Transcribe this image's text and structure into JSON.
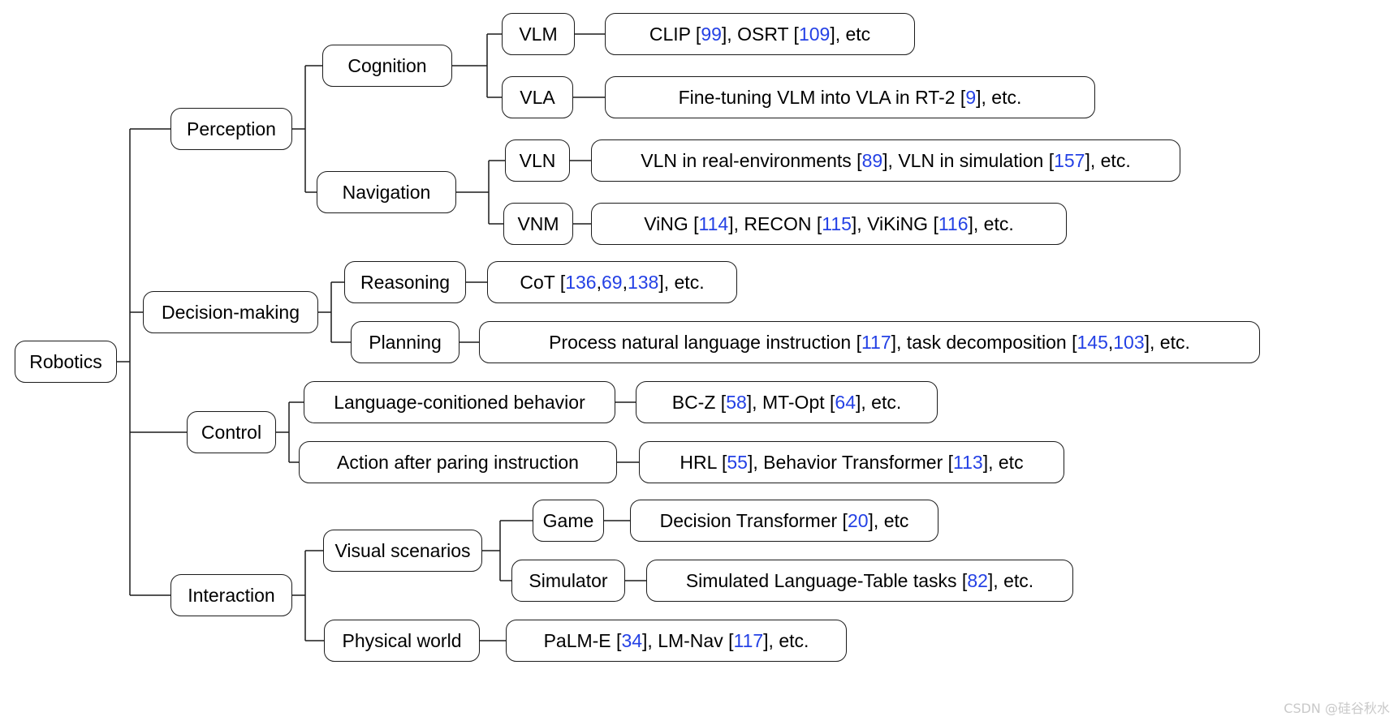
{
  "colors": {
    "ref": "#2441e5",
    "watermark": "#c9c9c9"
  },
  "watermark": "CSDN @硅谷秋水",
  "nodes": {
    "robotics": {
      "label": "Robotics"
    },
    "perception": {
      "label": "Perception"
    },
    "decision_making": {
      "label": "Decision-making"
    },
    "control": {
      "label": "Control"
    },
    "interaction": {
      "label": "Interaction"
    },
    "cognition": {
      "label": "Cognition"
    },
    "navigation": {
      "label": "Navigation"
    },
    "reasoning": {
      "label": "Reasoning"
    },
    "planning": {
      "label": "Planning"
    },
    "language_conditioned_behavior": {
      "label": "Language-conitioned behavior"
    },
    "action_after_parsing": {
      "label": "Action after paring instruction"
    },
    "visual_scenarios": {
      "label": "Visual scenarios"
    },
    "physical_world": {
      "label": "Physical world"
    },
    "vlm": {
      "label": "VLM"
    },
    "vla": {
      "label": "VLA"
    },
    "vln": {
      "label": "VLN"
    },
    "vnm": {
      "label": "VNM"
    },
    "game": {
      "label": "Game"
    },
    "simulator": {
      "label": "Simulator"
    }
  },
  "leaves": {
    "vlm_refs": {
      "runs": [
        "CLIP [",
        "99",
        "], OSRT [",
        "109",
        "], etc"
      ]
    },
    "vla_refs": {
      "runs": [
        "Fine-tuning VLM into VLA in RT-2 [",
        "9",
        "], etc."
      ]
    },
    "vln_refs": {
      "runs": [
        "VLN in real-environments [",
        "89",
        "], VLN in simulation [",
        "157",
        "], etc."
      ]
    },
    "vnm_refs": {
      "runs": [
        "ViNG [",
        "114",
        "], RECON [",
        "115",
        "], ViKiNG [",
        "116",
        "], etc."
      ]
    },
    "reasoning_refs": {
      "runs": [
        "CoT [",
        "136",
        ", ",
        "69",
        ", ",
        "138",
        "], etc."
      ]
    },
    "planning_refs": {
      "runs": [
        "Process natural language instruction [",
        "117",
        "], task decomposition [",
        "145",
        ", ",
        "103",
        "], etc."
      ]
    },
    "control_lang_refs": {
      "runs": [
        "BC-Z [",
        "58",
        "], MT-Opt [",
        "64",
        "], etc."
      ]
    },
    "control_action_refs": {
      "runs": [
        "HRL [",
        "55",
        "], Behavior Transformer [",
        "113",
        "], etc"
      ]
    },
    "game_refs": {
      "runs": [
        "Decision Transformer [",
        "20",
        "], etc"
      ]
    },
    "simulator_refs": {
      "runs": [
        "Simulated Language-Table tasks [",
        "82",
        "], etc."
      ]
    },
    "physical_refs": {
      "runs": [
        "PaLM-E [",
        "34",
        "], LM-Nav [",
        "117",
        "], etc."
      ]
    }
  },
  "hierarchy": {
    "Robotics": [
      "Perception",
      "Decision-making",
      "Control",
      "Interaction"
    ],
    "Perception": [
      "Cognition",
      "Navigation"
    ],
    "Cognition": [
      "VLM",
      "VLA"
    ],
    "Navigation": [
      "VLN",
      "VNM"
    ],
    "Decision-making": [
      "Reasoning",
      "Planning"
    ],
    "Control": [
      "Language-conitioned behavior",
      "Action after paring instruction"
    ],
    "Interaction": [
      "Visual scenarios",
      "Physical world"
    ],
    "Visual scenarios": [
      "Game",
      "Simulator"
    ]
  }
}
